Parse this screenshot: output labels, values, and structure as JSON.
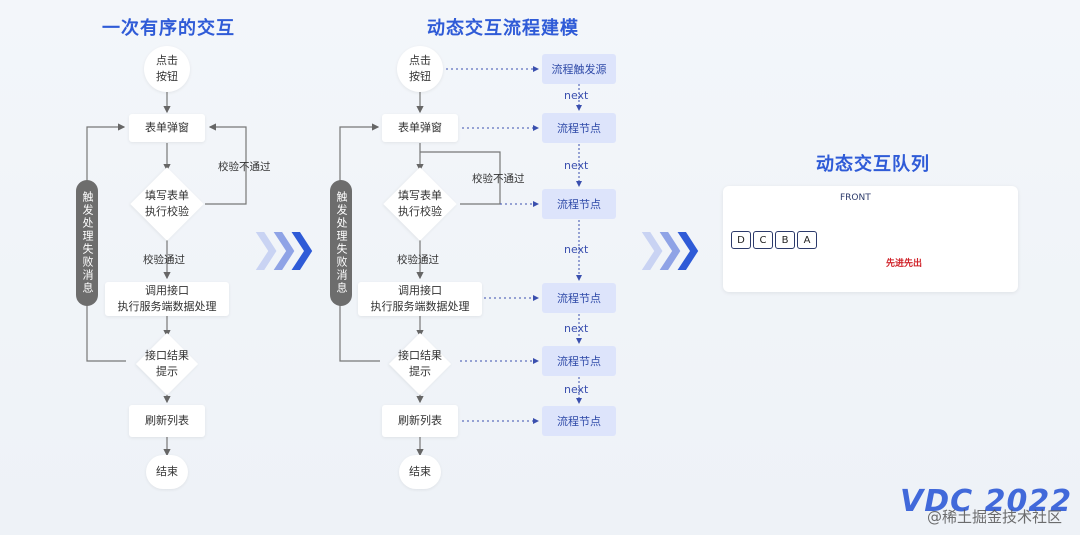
{
  "left": {
    "title": "一次有序的交互",
    "start": "点击\n按钮",
    "form": "表单弹窗",
    "fill": "填写表单\n执行校验",
    "fail_label": "校验不通过",
    "pass_label": "校验通过",
    "api": "调用接口\n执行服务端数据处理",
    "result": "接口结果\n提示",
    "refresh": "刷新列表",
    "end": "结束",
    "error_pill": "触发处理失败消息"
  },
  "middle": {
    "title": "动态交互流程建模",
    "start": "点击\n按钮",
    "form": "表单弹窗",
    "fill": "填写表单\n执行校验",
    "fail_label": "校验不通过",
    "pass_label": "校验通过",
    "api": "调用接口\n执行服务端数据处理",
    "result": "接口结果\n提示",
    "refresh": "刷新列表",
    "end": "结束",
    "error_pill": "触发处理失败消息",
    "flow_source": "流程触发源",
    "flow_node": "流程节点",
    "next": "next"
  },
  "right": {
    "title": "动态交互队列",
    "front": "FRONT",
    "queue_items": [
      "D",
      "C",
      "B",
      "A"
    ],
    "fifo": "先进先出"
  },
  "colors": {
    "accent": "#2f5bd7",
    "flow_bg": "#dde4fb",
    "pill": "#6d6d6d",
    "red": "#d0232a"
  },
  "chevrons": ">>>",
  "logo": "VDC 2022",
  "watermark": "@稀土掘金技术社区"
}
